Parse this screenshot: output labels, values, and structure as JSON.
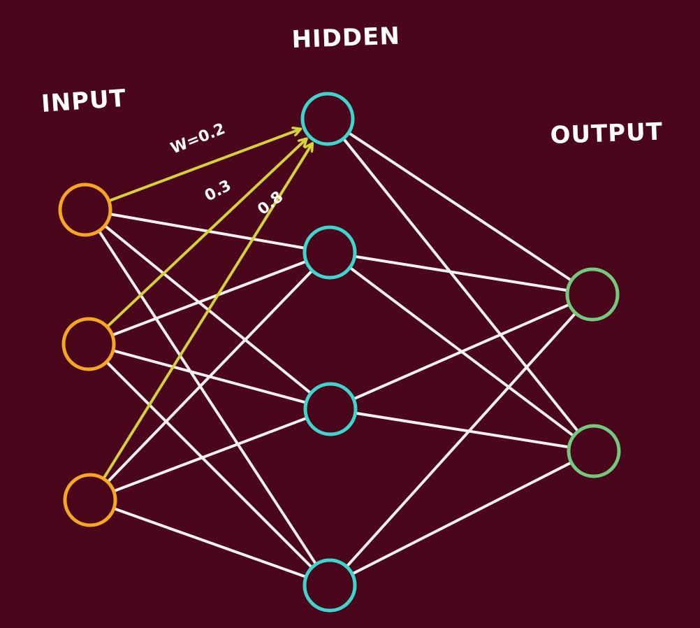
{
  "colors": {
    "background": "#4a061a",
    "input_node": "#f5a623",
    "hidden_node": "#3ed6cc",
    "output_node": "#74c97f",
    "edge": "#f4f1f2",
    "weighted_edge": "#d4d23a",
    "text": "#ffffff"
  },
  "layers": {
    "input": {
      "label": "INPUT",
      "node_count": 3
    },
    "hidden": {
      "label": "HIDDEN",
      "node_count": 4
    },
    "output": {
      "label": "OUTPUT",
      "node_count": 2
    }
  },
  "weights": [
    {
      "from_input": 0,
      "to_hidden": 0,
      "label": "W=0.2"
    },
    {
      "from_input": 1,
      "to_hidden": 0,
      "label": "0.3"
    },
    {
      "from_input": 2,
      "to_hidden": 0,
      "label": "0.8"
    }
  ]
}
